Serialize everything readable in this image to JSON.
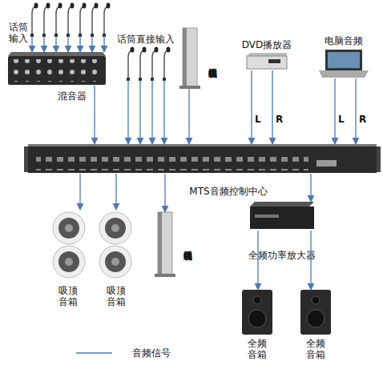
{
  "diagram": {
    "nodes": [
      {
        "text": [
          "话筒输入"
        ]
      },
      {
        "text": [
          "混音器"
        ]
      },
      {
        "text": [
          "话筒直接输入"
        ]
      },
      {
        "text": [
          "远程视频会议终端"
        ]
      },
      {
        "text": [
          "DVD播放器"
        ]
      },
      {
        "text": [
          "电脑音频"
        ]
      },
      {
        "text": [
          "MTS音频控制中心"
        ]
      },
      {
        "text": [
          "吸顶音箱"
        ]
      },
      {
        "text": [
          "吸顶音箱"
        ]
      },
      {
        "text": [
          "远程视频会议终端"
        ]
      },
      {
        "text": [
          "全频功率放大器"
        ]
      },
      {
        "text": [
          "全频音箱"
        ]
      },
      {
        "text": [
          "全频音箱"
        ]
      }
    ],
    "edges": [
      {
        "from": 0,
        "to": 1,
        "arrow": "to"
      },
      {
        "from": 0,
        "to": 1,
        "arrow": "to"
      },
      {
        "from": 0,
        "to": 1,
        "arrow": "to"
      },
      {
        "from": 0,
        "to": 1,
        "arrow": "to"
      },
      {
        "from": 0,
        "to": 1,
        "arrow": "to"
      },
      {
        "from": 0,
        "to": 1,
        "arrow": "to"
      },
      {
        "from": 0,
        "to": 1,
        "arrow": "to"
      },
      {
        "from": 1,
        "to": 6,
        "arrow": "to"
      },
      {
        "from": 2,
        "to": 6,
        "arrow": "to"
      },
      {
        "from": 2,
        "to": 6,
        "arrow": "to"
      },
      {
        "from": 2,
        "to": 6,
        "arrow": "to"
      },
      {
        "from": 2,
        "to": 6,
        "arrow": "to"
      },
      {
        "from": 3,
        "to": 6,
        "arrow": "to"
      },
      {
        "from": 4,
        "to": 6,
        "label": "L",
        "arrow": "to"
      },
      {
        "from": 4,
        "to": 6,
        "label": "R",
        "arrow": "to"
      },
      {
        "from": 5,
        "to": 6,
        "label": "L",
        "arrow": "to"
      },
      {
        "from": 5,
        "to": 6,
        "label": "R",
        "arrow": "to"
      },
      {
        "from": 6,
        "to": 7,
        "arrow": "to"
      },
      {
        "from": 6,
        "to": 8,
        "arrow": "to"
      },
      {
        "from": 6,
        "to": 9,
        "arrow": "to"
      },
      {
        "from": 6,
        "to": 10,
        "arrow": "to"
      },
      {
        "from": 10,
        "to": 11,
        "arrow": "to"
      },
      {
        "from": 10,
        "to": 12,
        "arrow": "to"
      }
    ],
    "legend": [
      {
        "text": "音频信号"
      }
    ]
  }
}
